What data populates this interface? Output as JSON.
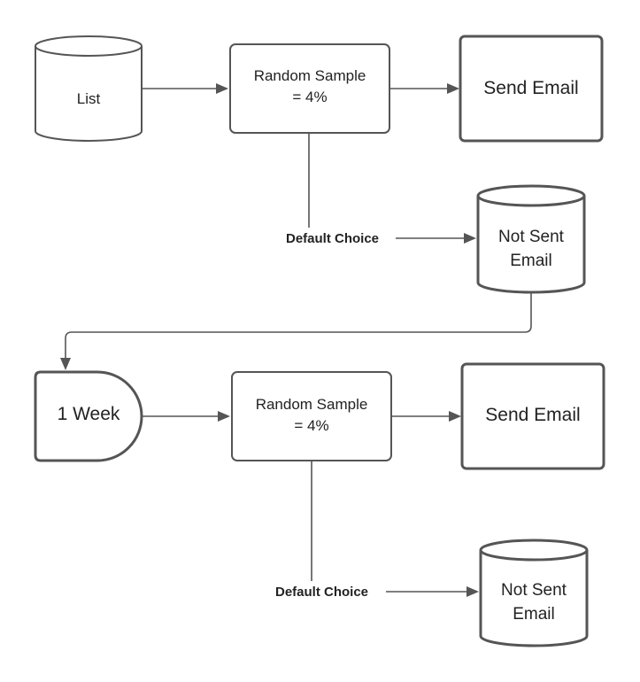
{
  "nodes": {
    "list": {
      "label": "List"
    },
    "sample_1": {
      "line1": "Random Sample",
      "line2": "= 4%"
    },
    "send_email_1": {
      "label": "Send Email"
    },
    "not_sent_1": {
      "line1": "Not Sent",
      "line2": "Email"
    },
    "delay": {
      "label": "1 Week"
    },
    "sample_2": {
      "line1": "Random Sample",
      "line2": "= 4%"
    },
    "send_email_2": {
      "label": "Send Email"
    },
    "not_sent_2": {
      "line1": "Not Sent",
      "line2": "Email"
    }
  },
  "edges": {
    "default_choice_1": {
      "label": "Default Choice"
    },
    "default_choice_2": {
      "label": "Default Choice"
    }
  },
  "colors": {
    "stroke": "#555555",
    "text": "#222222",
    "background": "#ffffff"
  }
}
